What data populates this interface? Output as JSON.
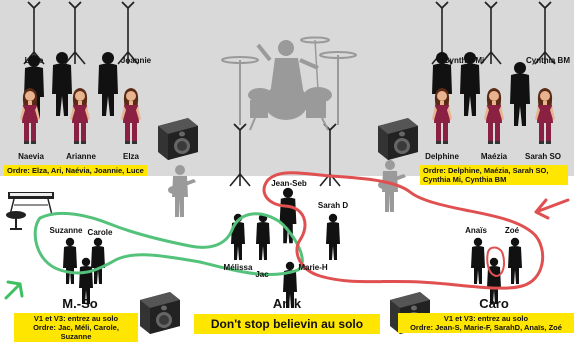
{
  "left_singers": [
    "Luce",
    "Joannie",
    "Naevia",
    "Arianne",
    "Elza"
  ],
  "left_order": "Ordre: Elza, Ari, Naévia, Joannie, Luce",
  "right_singers": [
    "Cynthia Mi",
    "Cynthia BM",
    "Delphine",
    "Maézia",
    "Sarah SO"
  ],
  "right_order": "Ordre: Delphine, Maézia, Sarah SO, Cynthia Mi, Cynthia BM",
  "center_names": [
    "Jean-Seb",
    "Sarah D",
    "Mélissa",
    "Jac",
    "Marie-H"
  ],
  "group_left": {
    "names": [
      "Suzanne",
      "Carole"
    ],
    "label": "M.-So",
    "note_line1": "V1 et V3: entrez au solo",
    "note_line2": "Ordre: Jac, Méli, Carole, Suzanne"
  },
  "group_center": {
    "label": "Anik"
  },
  "group_right": {
    "names": [
      "Anaïs",
      "Zoé"
    ],
    "label": "Caro",
    "note_line1": "V1 et V3: entrez au solo",
    "note_line2": "Ordre: Jean-S, Marie-F, SarahD, Anaïs, Zoé"
  },
  "banner": "Don't stop believin au solo",
  "colors": {
    "stage_back": "#d9d9d9",
    "note_yellow": "#ffe600",
    "green_path": "#54c27a",
    "red_path": "#e05050",
    "singer_top": "#8a2042",
    "singer_skin": "#e7b48f",
    "singer_hair": "#5a2a14",
    "silhouette": "#111111",
    "grey_figure": "#9a9a9a"
  },
  "icons": [
    "mic-stand-icon",
    "drum-kit-icon",
    "speaker-icon",
    "keyboard-icon",
    "stool-icon",
    "guitarist-icon",
    "arrow-icon"
  ]
}
